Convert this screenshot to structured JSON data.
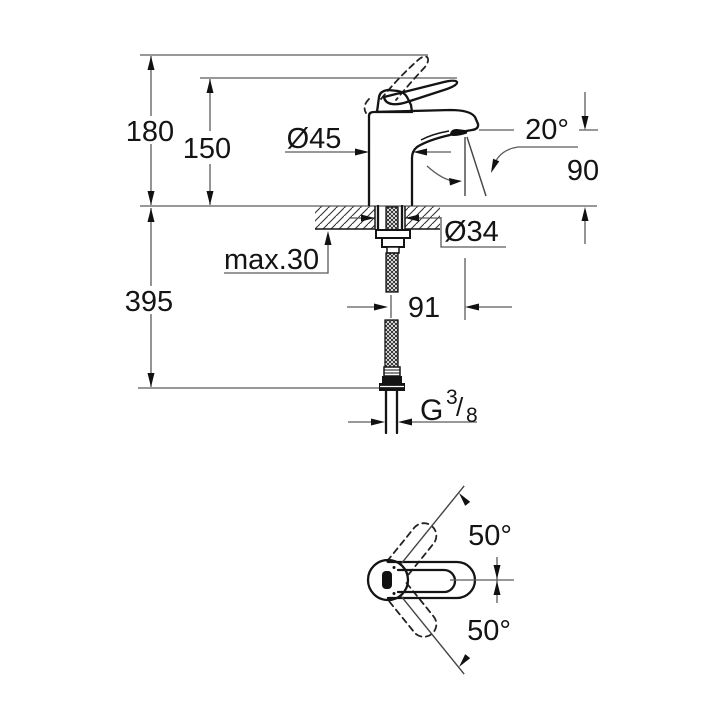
{
  "drawing": {
    "type": "faucet installation dimensional drawing",
    "labels": {
      "total_height": "180",
      "handle_height": "150",
      "body_diameter": "Ø45",
      "spout_angle": "20°",
      "spout_height": "90",
      "counter_max": "max.30",
      "hole_diameter": "Ø34",
      "below_depth": "395",
      "spout_reach": "91",
      "swivel_upper": "50°",
      "swivel_lower": "50°"
    },
    "thread": {
      "prefix": "G",
      "numerator": "3",
      "slash": "/",
      "denominator": "8"
    },
    "colors": {
      "background": "#ffffff",
      "outline": "#141414",
      "dimension_lines": "#5a5a5a"
    }
  }
}
